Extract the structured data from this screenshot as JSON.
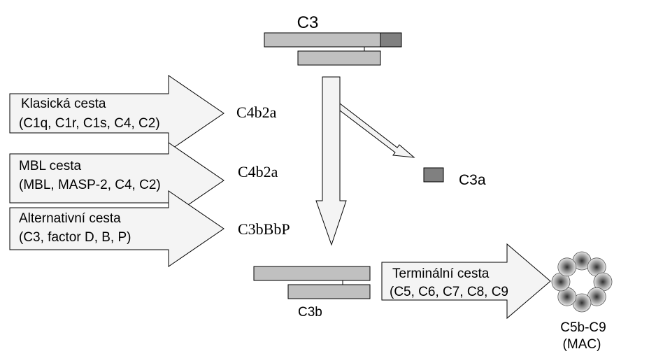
{
  "c3": {
    "label": "C3",
    "cleaved_label": "C3a",
    "product_label": "C3b"
  },
  "pathways": [
    {
      "name": "Klasická cesta",
      "components": "(C1q, C1r, C1s, C4, C2)",
      "convertase": "C4b2a"
    },
    {
      "name": "MBL cesta",
      "components": "(MBL, MASP-2, C4, C2)",
      "convertase": "C4b2a"
    },
    {
      "name": "Alternativní  cesta",
      "components": "(C3, factor D, B, P)",
      "convertase": "C3bBbP"
    }
  ],
  "terminal": {
    "name": "Terminální cesta",
    "components": "(C5, C6, C7, C8, C9",
    "product_line1": "C5b-C9",
    "product_line2": "(MAC)"
  },
  "colors": {
    "bar_fill": "#c0c0c0",
    "c3a_fill": "#808080",
    "arrow_fill": "#f4f4f4",
    "stroke": "#000000"
  }
}
